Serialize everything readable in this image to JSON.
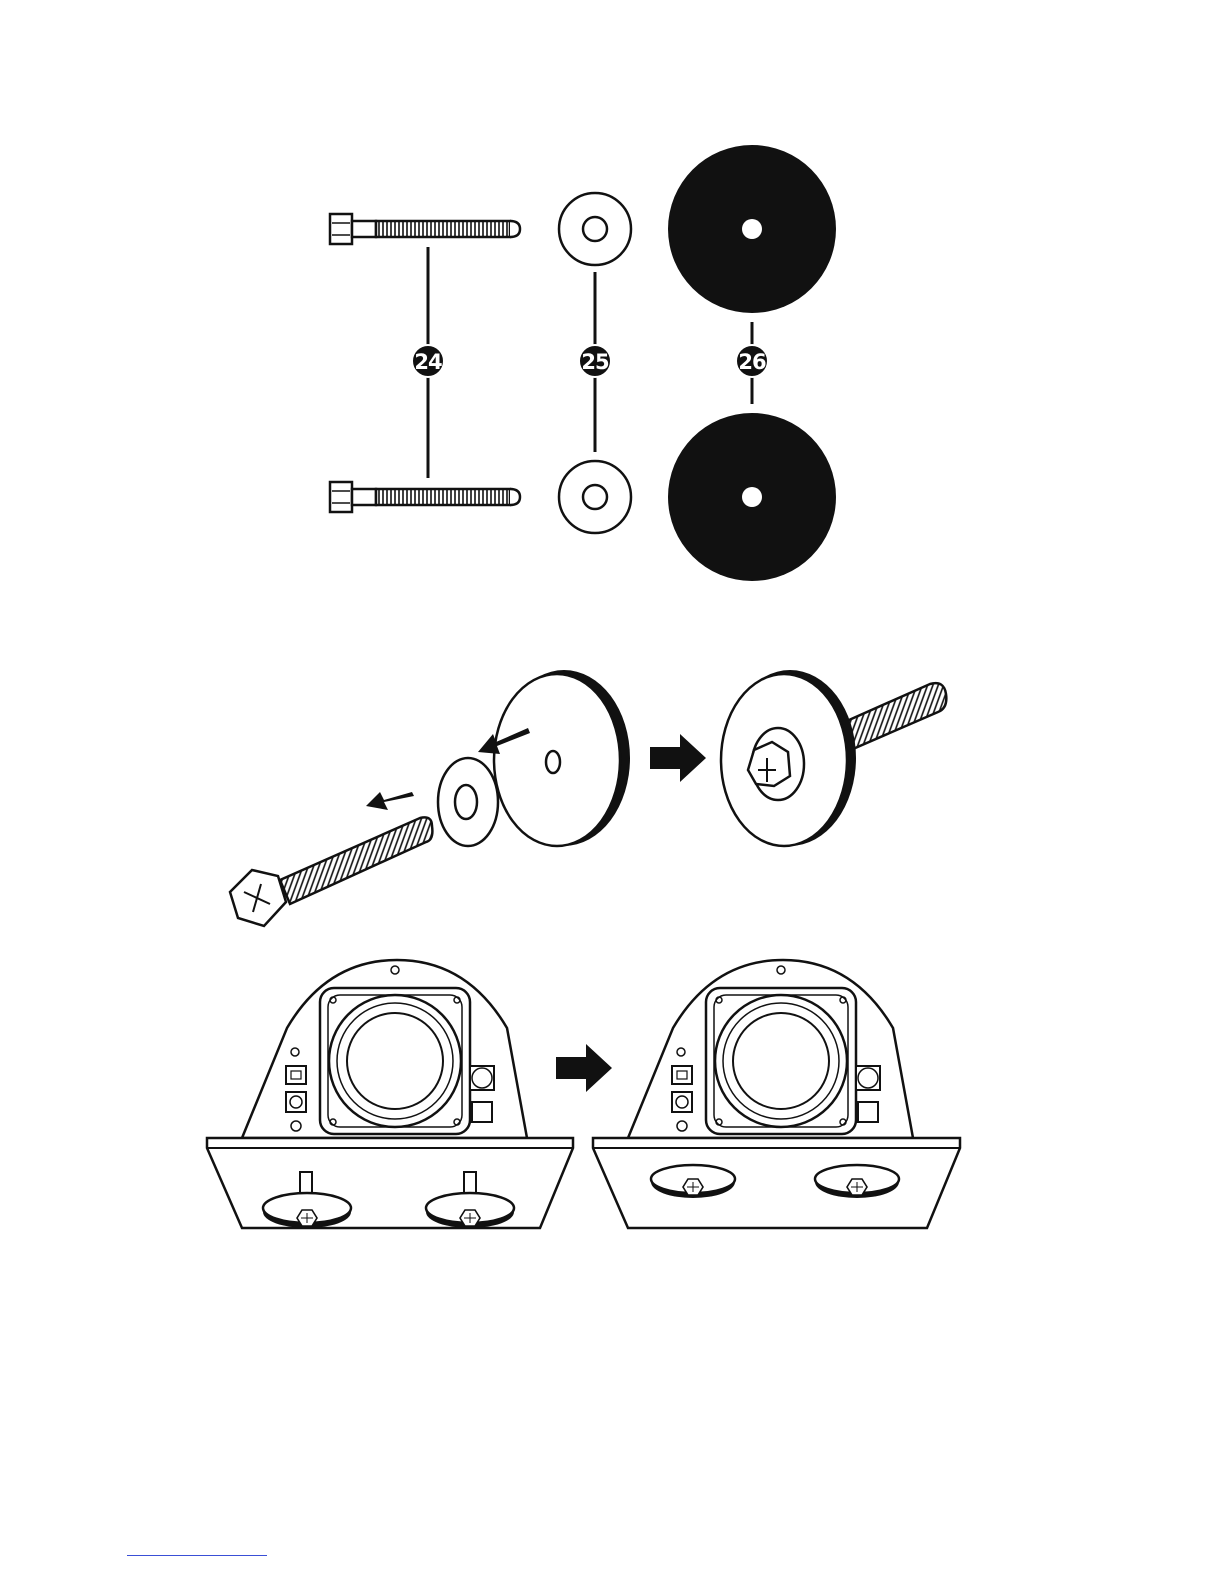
{
  "parts_legend": {
    "bolt_callout": "24",
    "washer_callout": "25",
    "foot_callout": "26"
  },
  "colors": {
    "ink": "#111111",
    "paper": "#ffffff",
    "footer_rule": "#3a4fd6"
  },
  "panels": [
    {
      "name": "parts-legend",
      "shows": [
        "bolt",
        "washer",
        "rubber-foot"
      ]
    },
    {
      "name": "foot-assembly",
      "shows": [
        "bolt",
        "washer",
        "rubber-foot",
        "arrow-right-icon"
      ]
    },
    {
      "name": "mounting",
      "shows": [
        "speaker-housing-before",
        "arrow-right-icon",
        "speaker-housing-after"
      ]
    }
  ]
}
